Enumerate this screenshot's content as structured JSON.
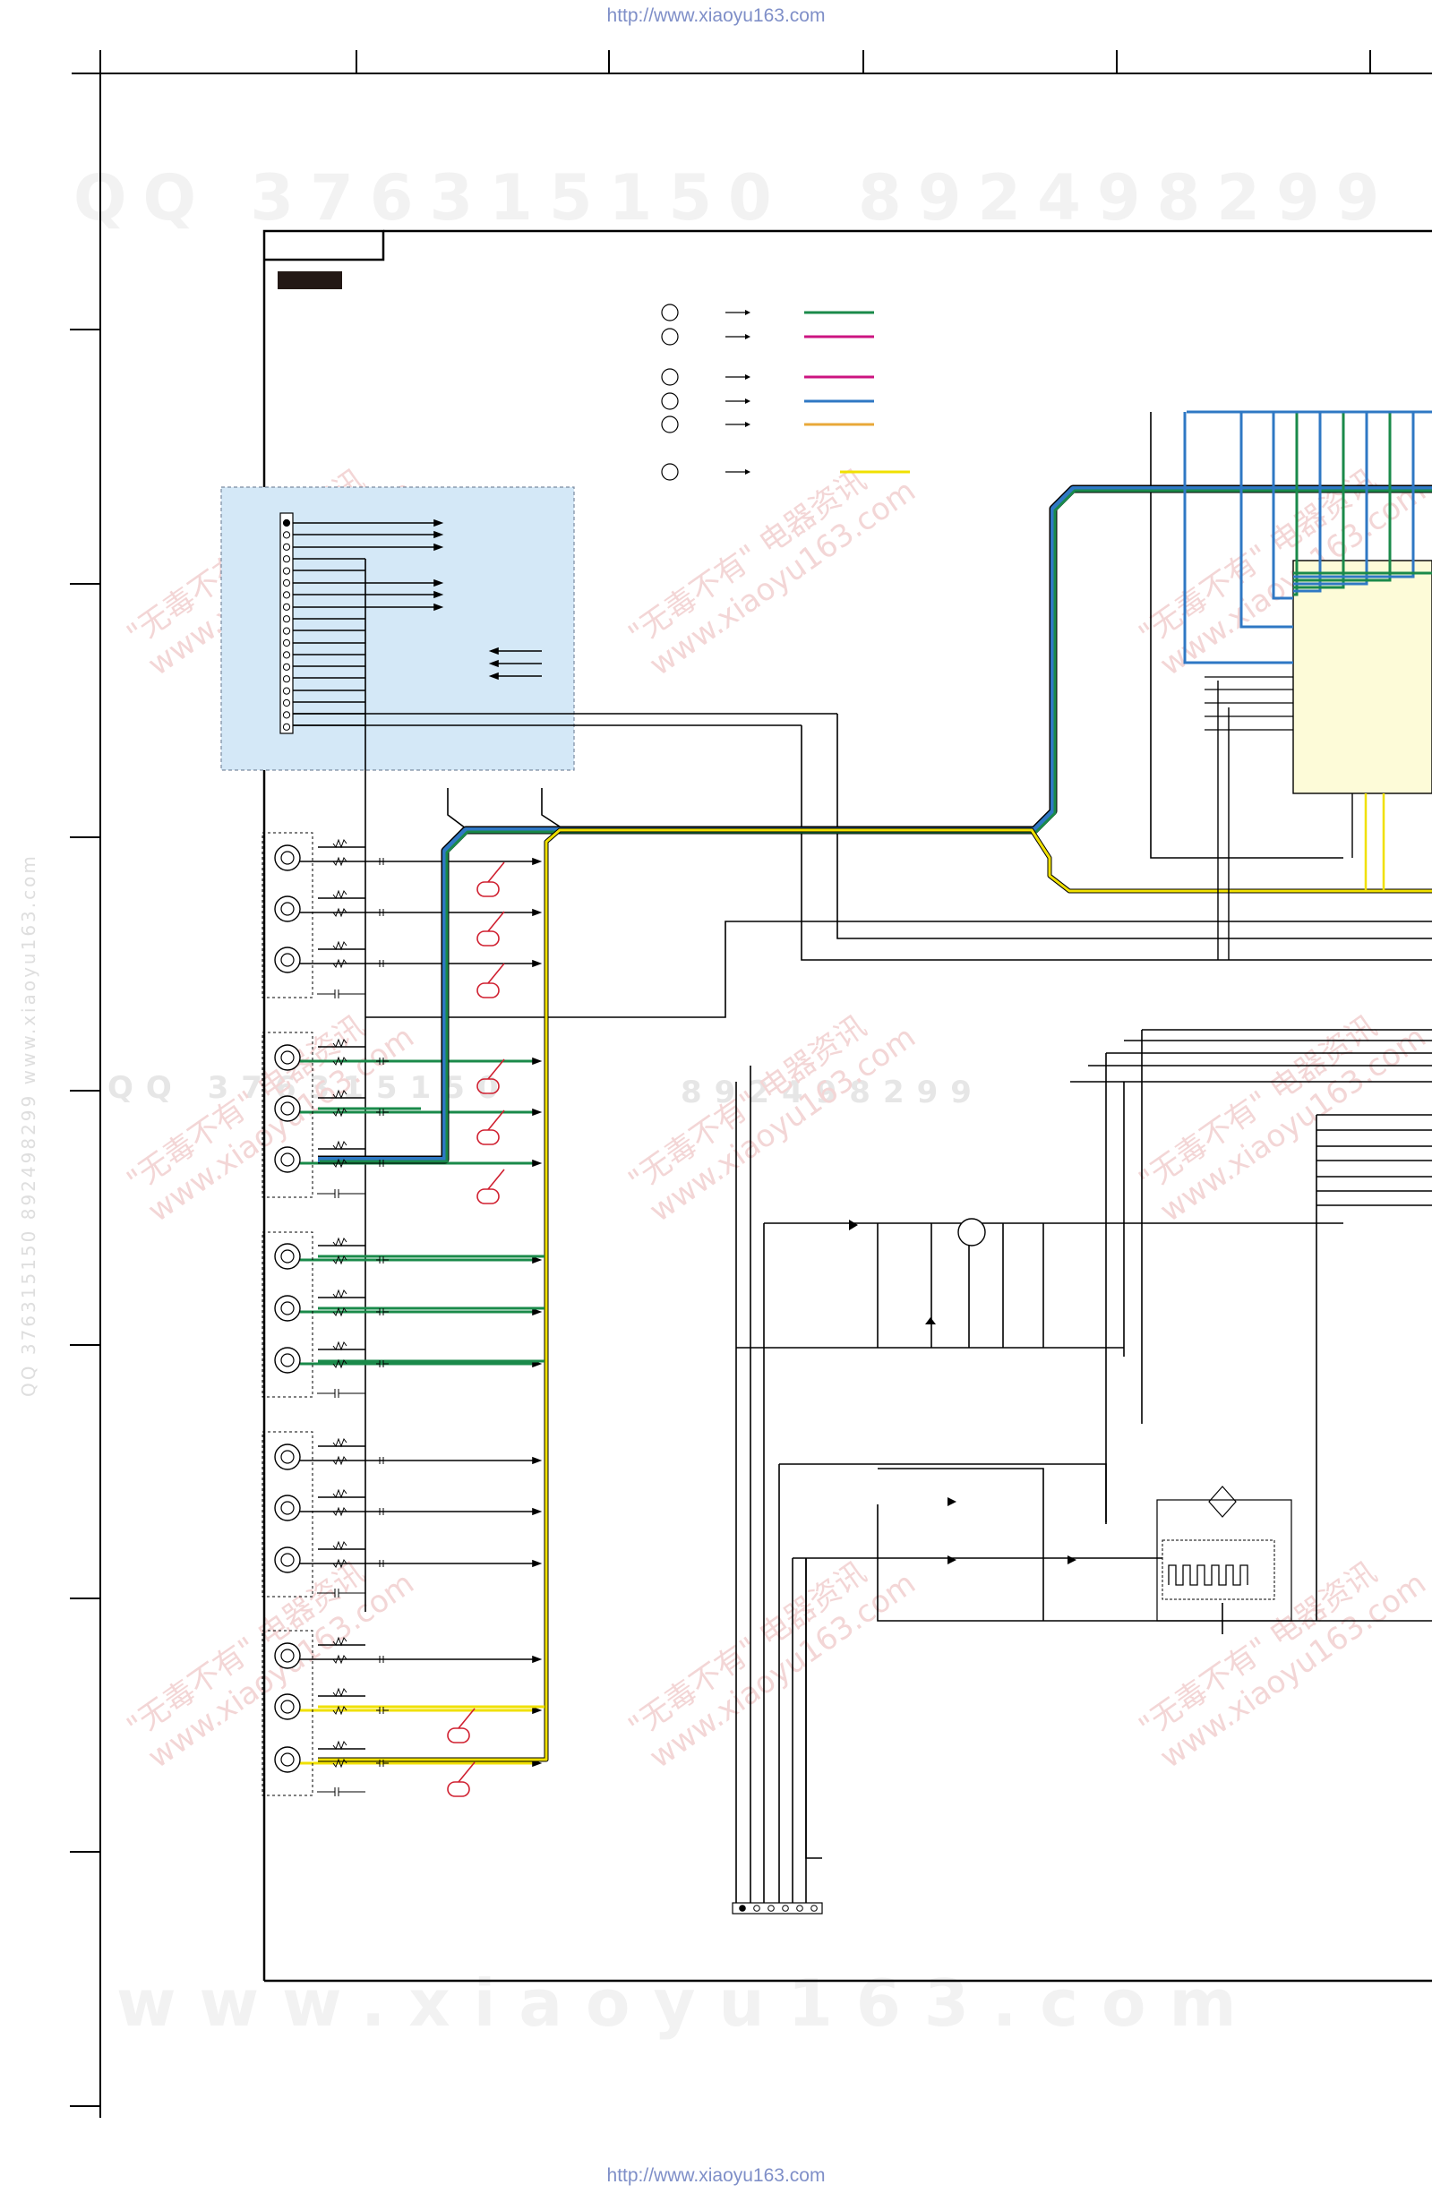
{
  "header": {
    "url_top": "http://www.xiaoyu163.com"
  },
  "footer": {
    "url_bottom": "http://www.xiaoyu163.com"
  },
  "watermarks": {
    "qq_left": "QQ 376315150",
    "qq_right": "892498299",
    "qq_mid": "QQ 376315150",
    "qq_mid_right": "892498299",
    "website": "www.xiaoyu163.com",
    "diag_line1": "\"无毒不有\" 电器资讯",
    "diag_line2": "www.xiaoyu163.com",
    "side": "QQ 376315150  892498299  www.xiaoyu163.com"
  },
  "legend": {
    "colors": [
      "#1a8a4a",
      "#cc1480",
      "#cc1480",
      "#2f78c4",
      "#e8a838",
      "#f0e000"
    ]
  },
  "colors": {
    "panel": "#d4e8f7",
    "chip": "#fdfbd8",
    "green": "#1a8a4a",
    "blue": "#2f78c4",
    "yellow": "#f0e000",
    "red": "#d02030",
    "wire": "#000000"
  }
}
